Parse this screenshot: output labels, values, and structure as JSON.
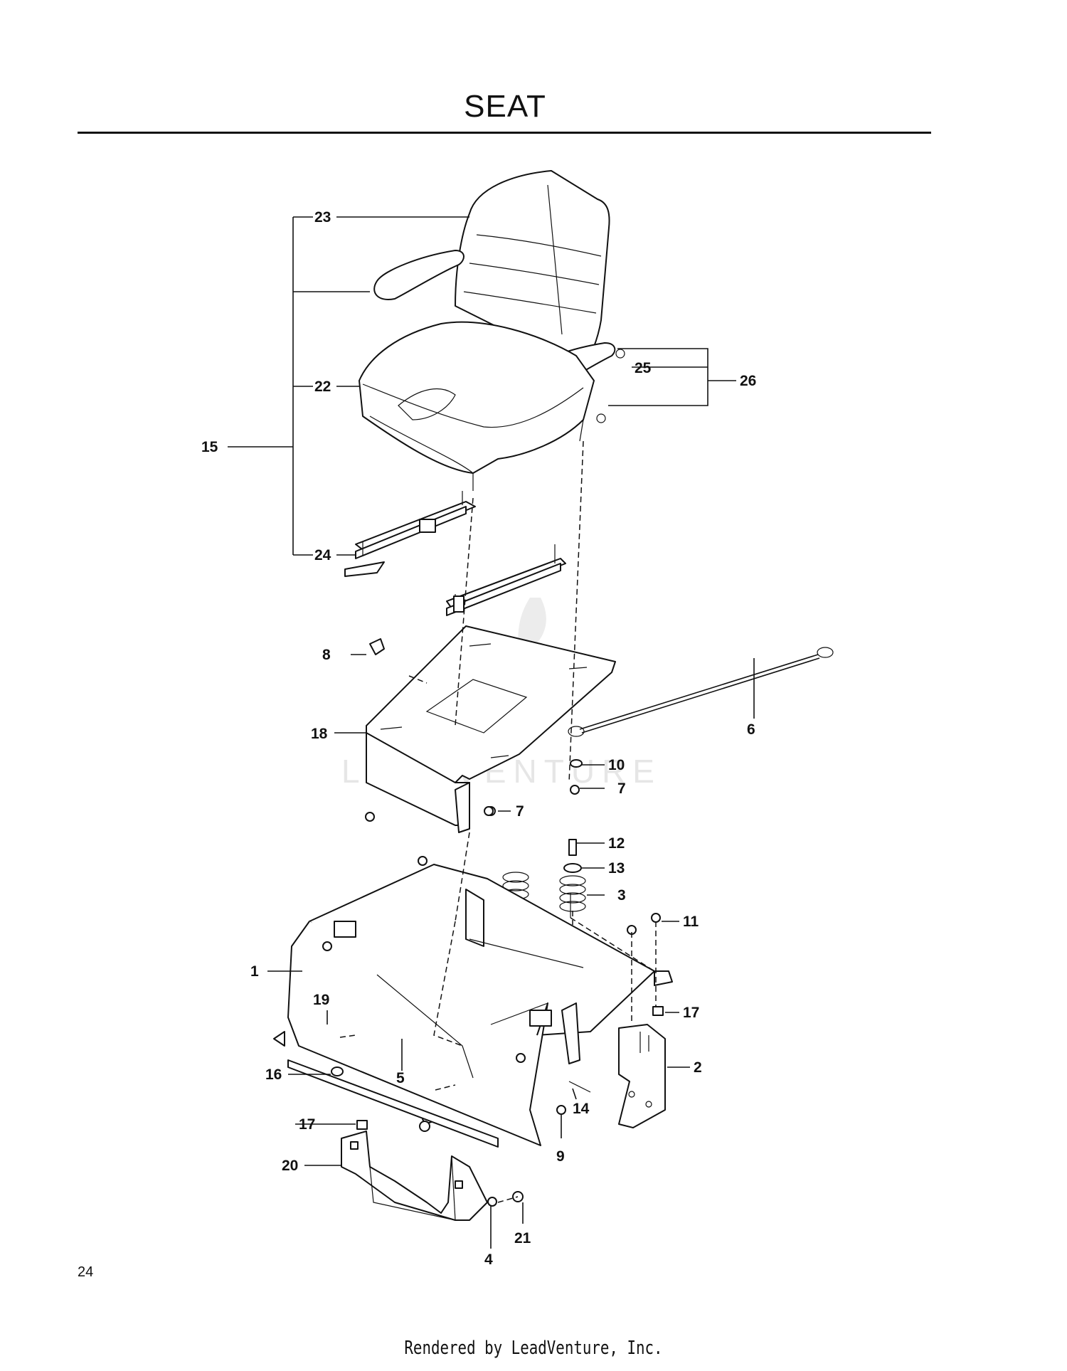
{
  "page": {
    "title": "SEAT",
    "page_number": "24",
    "footer": "Rendered by LeadVenture, Inc.",
    "watermark": "LEADVENTURE"
  },
  "callouts": [
    {
      "id": "c1",
      "label": "1"
    },
    {
      "id": "c2",
      "label": "2"
    },
    {
      "id": "c3",
      "label": "3"
    },
    {
      "id": "c4",
      "label": "4"
    },
    {
      "id": "c5",
      "label": "5"
    },
    {
      "id": "c6",
      "label": "6"
    },
    {
      "id": "c7a",
      "label": "7"
    },
    {
      "id": "c7b",
      "label": "7"
    },
    {
      "id": "c8",
      "label": "8"
    },
    {
      "id": "c9",
      "label": "9"
    },
    {
      "id": "c10",
      "label": "10"
    },
    {
      "id": "c11",
      "label": "11"
    },
    {
      "id": "c12",
      "label": "12"
    },
    {
      "id": "c13",
      "label": "13"
    },
    {
      "id": "c14",
      "label": "14"
    },
    {
      "id": "c15",
      "label": "15"
    },
    {
      "id": "c16",
      "label": "16"
    },
    {
      "id": "c17a",
      "label": "17"
    },
    {
      "id": "c17b",
      "label": "17"
    },
    {
      "id": "c18",
      "label": "18"
    },
    {
      "id": "c19",
      "label": "19"
    },
    {
      "id": "c20",
      "label": "20"
    },
    {
      "id": "c21",
      "label": "21"
    },
    {
      "id": "c22",
      "label": "22"
    },
    {
      "id": "c23",
      "label": "23"
    },
    {
      "id": "c24",
      "label": "24"
    },
    {
      "id": "c25",
      "label": "25"
    },
    {
      "id": "c26",
      "label": "26"
    }
  ]
}
